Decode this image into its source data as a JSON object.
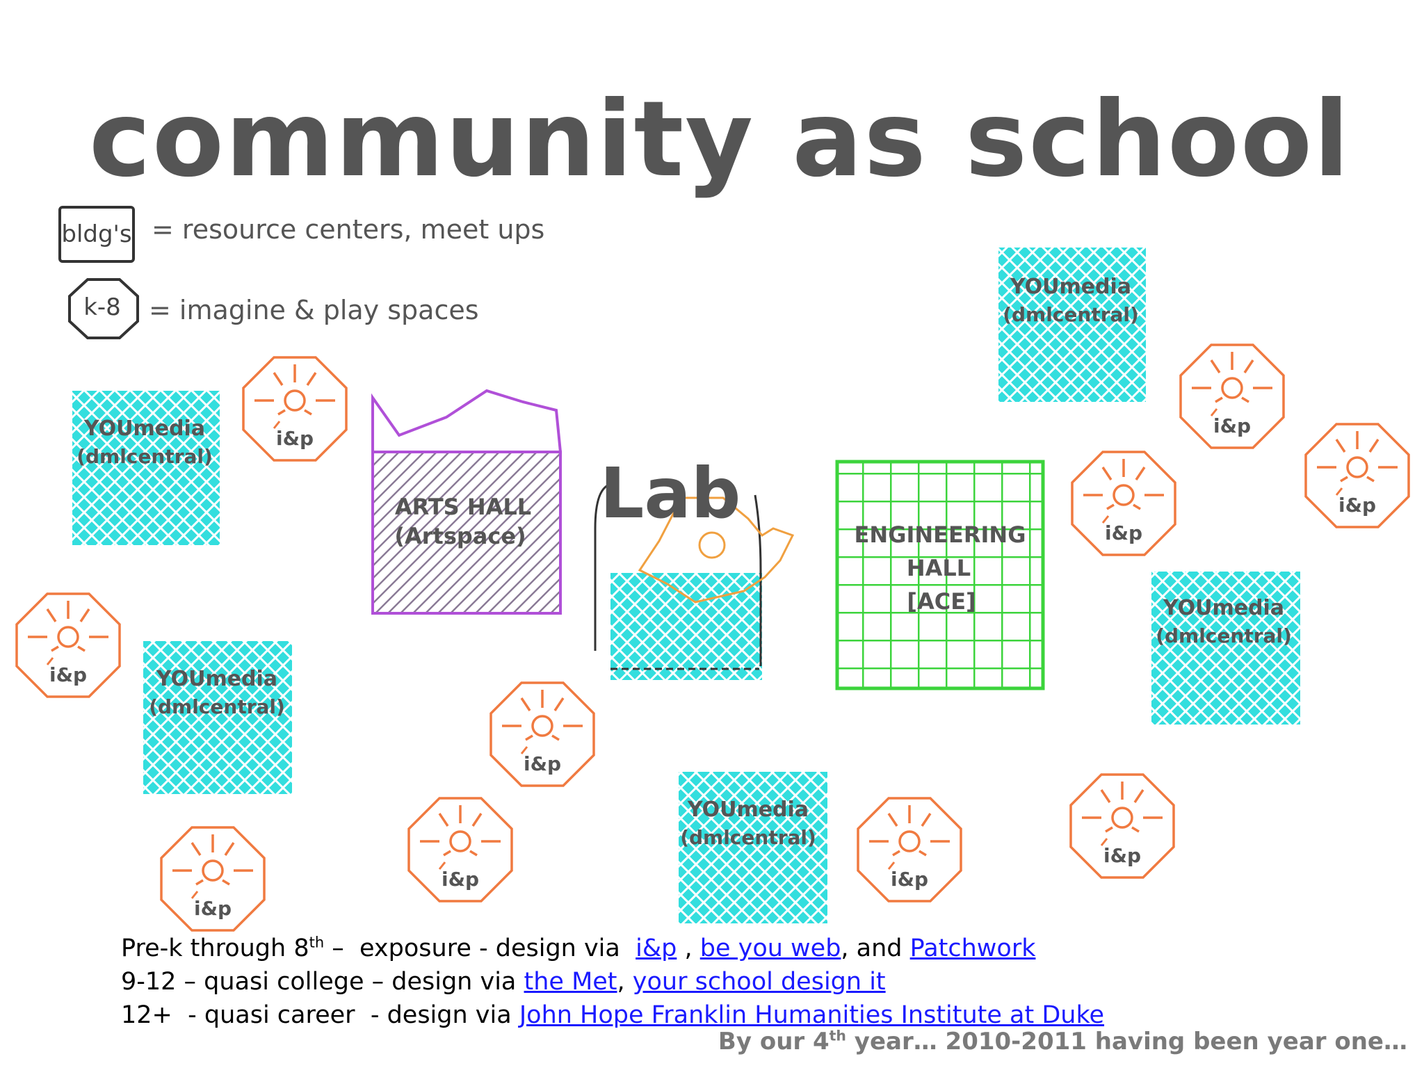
{
  "title": "community as school",
  "legend": {
    "bldg_box_label": "bldg's",
    "bldg_text": "= resource centers, meet ups",
    "kspace_label": "k-8",
    "kspace_text": "= imagine & play spaces"
  },
  "map": {
    "youmedia_label_line1": "YOUmedia",
    "youmedia_label_line2": "(dmlcentral)",
    "ip_label": "i&p",
    "arts_hall_line1": "ARTS HALL",
    "arts_hall_line2": "(Artspace)",
    "lab_label": "Lab",
    "engineering_line1": "ENGINEERING",
    "engineering_line2": "HALL",
    "engineering_line3": "[ACE]",
    "colors": {
      "youmedia_fill": "#33dede",
      "ip_stroke": "#f07a40",
      "arts_stroke": "#b050d8",
      "engineering_stroke": "#3cd43c",
      "lab_sun_stroke": "#f0a040"
    }
  },
  "lines": {
    "line1_pre": "Pre-k through 8",
    "line1_sup": "th",
    "line1_mid": " –  exposure - design via  ",
    "line1_link1": "i&p",
    "line1_sep1": " , ",
    "line1_link2": "be you web",
    "line1_sep2": ", and ",
    "line1_link3": "Patchwork",
    "line2_pre": "9-12 – quasi college – design via ",
    "line2_link1": "the Met",
    "line2_sep": ", ",
    "line2_link2": "your school design it",
    "line3_pre": "12+  - quasi career  - design via ",
    "line3_link1": "John Hope Franklin Humanities Institute at Duke"
  },
  "footer": {
    "pre": "By our 4",
    "sup": "th",
    "post": " year… 2010-2011 having been year one…"
  }
}
